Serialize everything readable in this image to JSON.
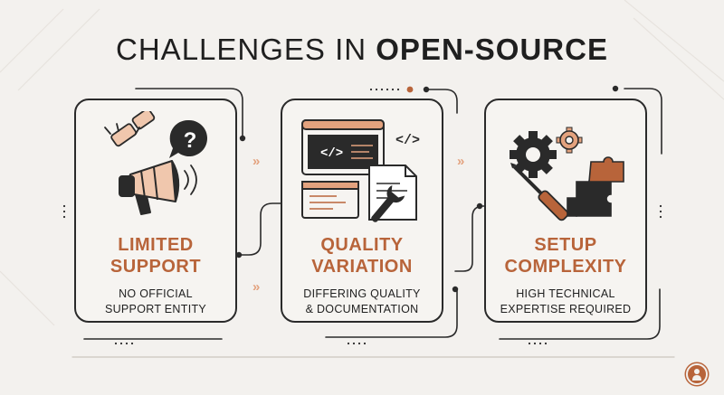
{
  "title": {
    "light": "CHALLENGES IN ",
    "bold": "OPEN-SOURCE"
  },
  "cards": [
    {
      "heading_line1": "LIMITED",
      "heading_line2": "SUPPORT",
      "desc_line1": "NO OFFICIAL",
      "desc_line2": "SUPPORT ENTITY",
      "icon": "megaphone-question-icon"
    },
    {
      "heading_line1": "QUALITY",
      "heading_line2": "VARIATION",
      "desc_line1": "DIFFERING QUALITY",
      "desc_line2": "& DOCUMENTATION",
      "icon": "code-document-wrench-icon"
    },
    {
      "heading_line1": "SETUP",
      "heading_line2": "COMPLEXITY",
      "desc_line1": "HIGH TECHNICAL",
      "desc_line2": "EXPERTISE REQUIRED",
      "icon": "gears-screwdriver-puzzle-icon"
    }
  ],
  "separator_glyph": "»",
  "code_glyph": "</>",
  "question_glyph": "?",
  "colors": {
    "accent": "#b8643a",
    "accent_light": "#e3a27e",
    "ink": "#2a2a2a",
    "background": "#f3f1ee"
  }
}
